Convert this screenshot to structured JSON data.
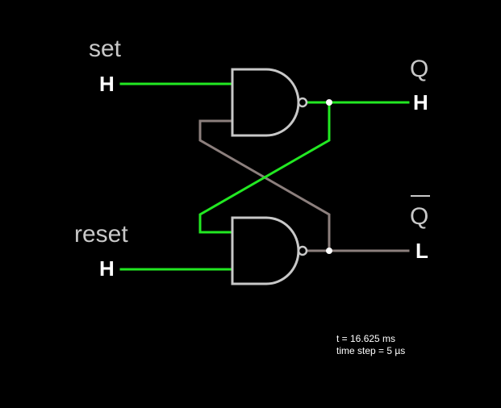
{
  "labels": {
    "set": "set",
    "reset": "reset",
    "q": "Q",
    "q_bar": "Q"
  },
  "states": {
    "set_input": "H",
    "reset_input": "H",
    "q_output": "H",
    "q_bar_output": "L"
  },
  "status": {
    "time": "t = 16.625 ms",
    "time_step": "time step = 5 µs"
  },
  "colors": {
    "background": "#000000",
    "high_wire": "#22e822",
    "low_wire": "#8c7f7d",
    "gate_outline": "#c8c8c8",
    "junction": "#ffffff"
  }
}
